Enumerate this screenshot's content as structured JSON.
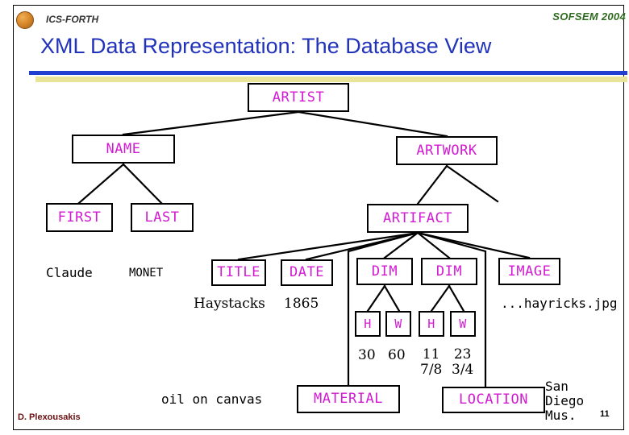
{
  "header": {
    "logo_icon": "ics-forth-logo-icon",
    "org": "ICS-FORTH",
    "conference": "SOFSEM 2004",
    "title": "XML Data Representation: The Database View",
    "accent_blue": "#1f3fcf",
    "accent_yellow": "#e8e59a",
    "title_color": "#2233bb",
    "conference_color": "#2e6b1f"
  },
  "footer": {
    "author": "D. Plexousakis",
    "page_number": "11",
    "author_color": "#6b1010"
  },
  "diagram": {
    "node_color": "#d31ad3",
    "nodes": [
      {
        "id": "artist",
        "label": "ARTIST"
      },
      {
        "id": "name",
        "label": "NAME"
      },
      {
        "id": "artwork",
        "label": "ARTWORK"
      },
      {
        "id": "first",
        "label": "FIRST"
      },
      {
        "id": "last",
        "label": "LAST"
      },
      {
        "id": "artifact",
        "label": "ARTIFACT"
      },
      {
        "id": "title",
        "label": "TITLE"
      },
      {
        "id": "date",
        "label": "DATE"
      },
      {
        "id": "dim1",
        "label": "DIM"
      },
      {
        "id": "dim2",
        "label": "DIM"
      },
      {
        "id": "image",
        "label": "IMAGE"
      },
      {
        "id": "dim1-h",
        "label": "H"
      },
      {
        "id": "dim1-w",
        "label": "W"
      },
      {
        "id": "dim2-h",
        "label": "H"
      },
      {
        "id": "dim2-w",
        "label": "W"
      },
      {
        "id": "material",
        "label": "MATERIAL"
      },
      {
        "id": "location",
        "label": "LOCATION"
      }
    ],
    "values": [
      {
        "id": "first-value",
        "text": "Claude"
      },
      {
        "id": "last-value",
        "text": "MONET"
      },
      {
        "id": "title-value",
        "text": "Haystacks"
      },
      {
        "id": "date-value",
        "text": "1865"
      },
      {
        "id": "dim1-h-value",
        "text": "30"
      },
      {
        "id": "dim1-w-value",
        "text": "60"
      },
      {
        "id": "dim2-h-value",
        "text": "11\n7/8"
      },
      {
        "id": "dim2-w-value",
        "text": "23\n3/4"
      },
      {
        "id": "image-value",
        "text": "...hayricks.jpg"
      },
      {
        "id": "material-value",
        "text": "oil on canvas"
      },
      {
        "id": "location-value",
        "text": "San\nDiego\nMus."
      }
    ]
  }
}
